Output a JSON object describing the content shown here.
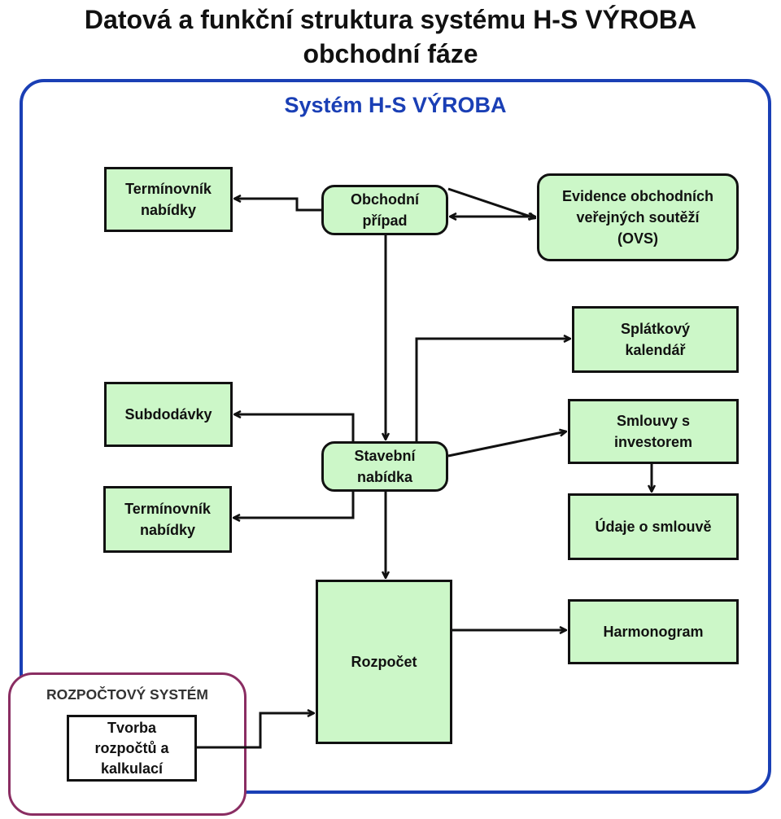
{
  "title": {
    "line1": "Datová a funkční struktura systému H-S VÝROBA",
    "line2": "obchodní fáze"
  },
  "system": {
    "title": "Systém H-S VÝROBA",
    "color": "#1a3fb5",
    "box_fill": "#ccf7c8",
    "boxes": {
      "terminovnik_top": "Termínovník\nnabídky",
      "obchodni_pripad": "Obchodní\npřípad",
      "evidence_ovs": "Evidence obchodních\nveřejných soutěží\n(OVS)",
      "splatkovy_kalendar": "Splátkový\nkalendář",
      "subdodavky": "Subdodávky",
      "stavebni_nabidka": "Stavební\nnabídka",
      "smlouvy": "Smlouvy s\ninvestorem",
      "terminovnik_bottom": "Termínovník\nnabídky",
      "udaje_o_smlouve": "Údaje o smlouvě",
      "rozpocet": "Rozpočet",
      "harmonogram": "Harmonogram"
    }
  },
  "budget_system": {
    "title": "ROZPOČTOVÝ SYSTÉM",
    "color": "#8a2d62",
    "box": "Tvorba\nrozpočtů a\nkalkulací"
  }
}
